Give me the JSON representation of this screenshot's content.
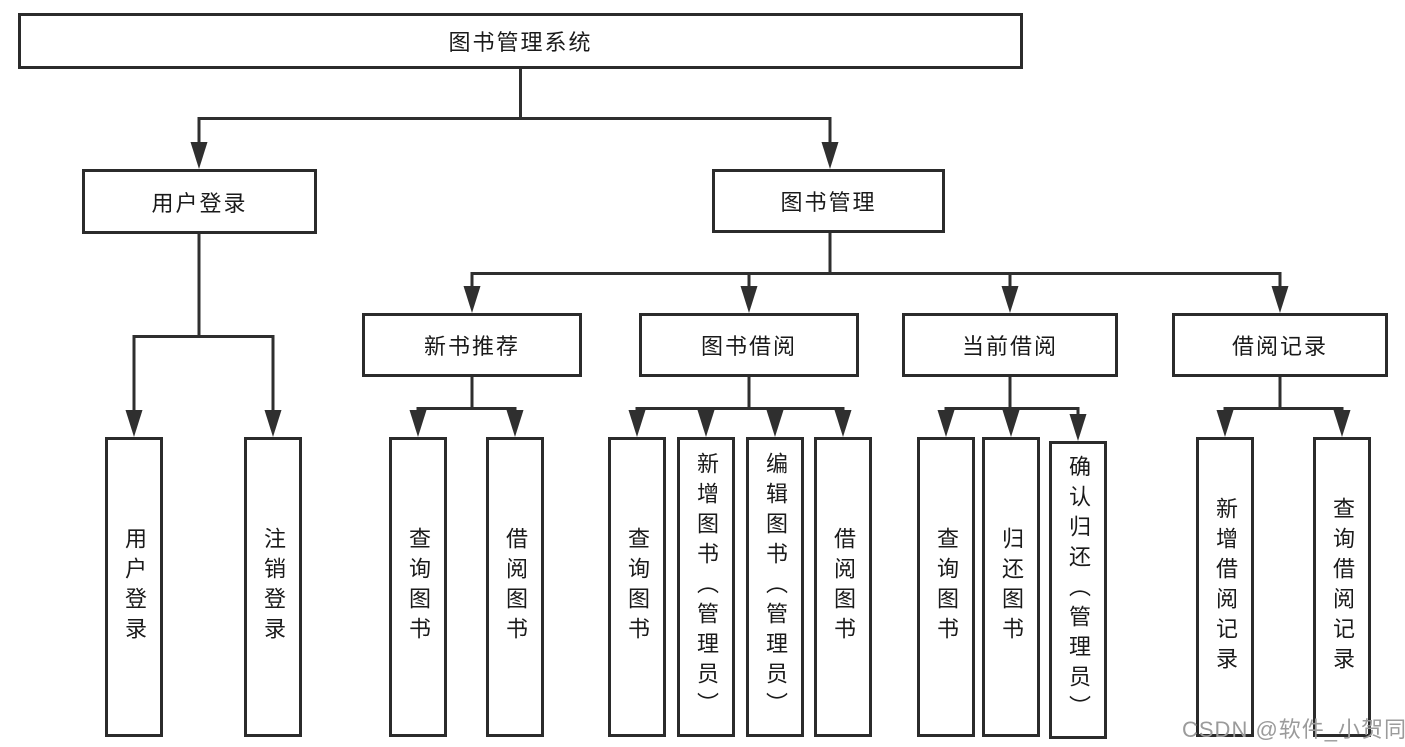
{
  "tree": {
    "label": "图书管理系统",
    "children": [
      {
        "label": "用户登录",
        "children": [
          {
            "label": "用户登录"
          },
          {
            "label": "注销登录"
          }
        ]
      },
      {
        "label": "图书管理",
        "children": [
          {
            "label": "新书推荐",
            "children": [
              {
                "label": "查询图书"
              },
              {
                "label": "借阅图书"
              }
            ]
          },
          {
            "label": "图书借阅",
            "children": [
              {
                "label": "查询图书"
              },
              {
                "label": "新增图书（管理员）"
              },
              {
                "label": "编辑图书（管理员）"
              },
              {
                "label": "借阅图书"
              }
            ]
          },
          {
            "label": "当前借阅",
            "children": [
              {
                "label": "查询图书"
              },
              {
                "label": "归还图书"
              },
              {
                "label": "确认归还（管理员）"
              }
            ]
          },
          {
            "label": "借阅记录",
            "children": [
              {
                "label": "新增借阅记录"
              },
              {
                "label": "查询借阅记录"
              }
            ]
          }
        ]
      }
    ]
  },
  "watermark": {
    "text": "CSDN @软件_小贺同学"
  },
  "colors": {
    "line": "#2f2f2f",
    "border": "#2b2b2b",
    "fill": "#ffffff",
    "text": "#1a1a1a",
    "watermark": "#9b9b9b"
  }
}
